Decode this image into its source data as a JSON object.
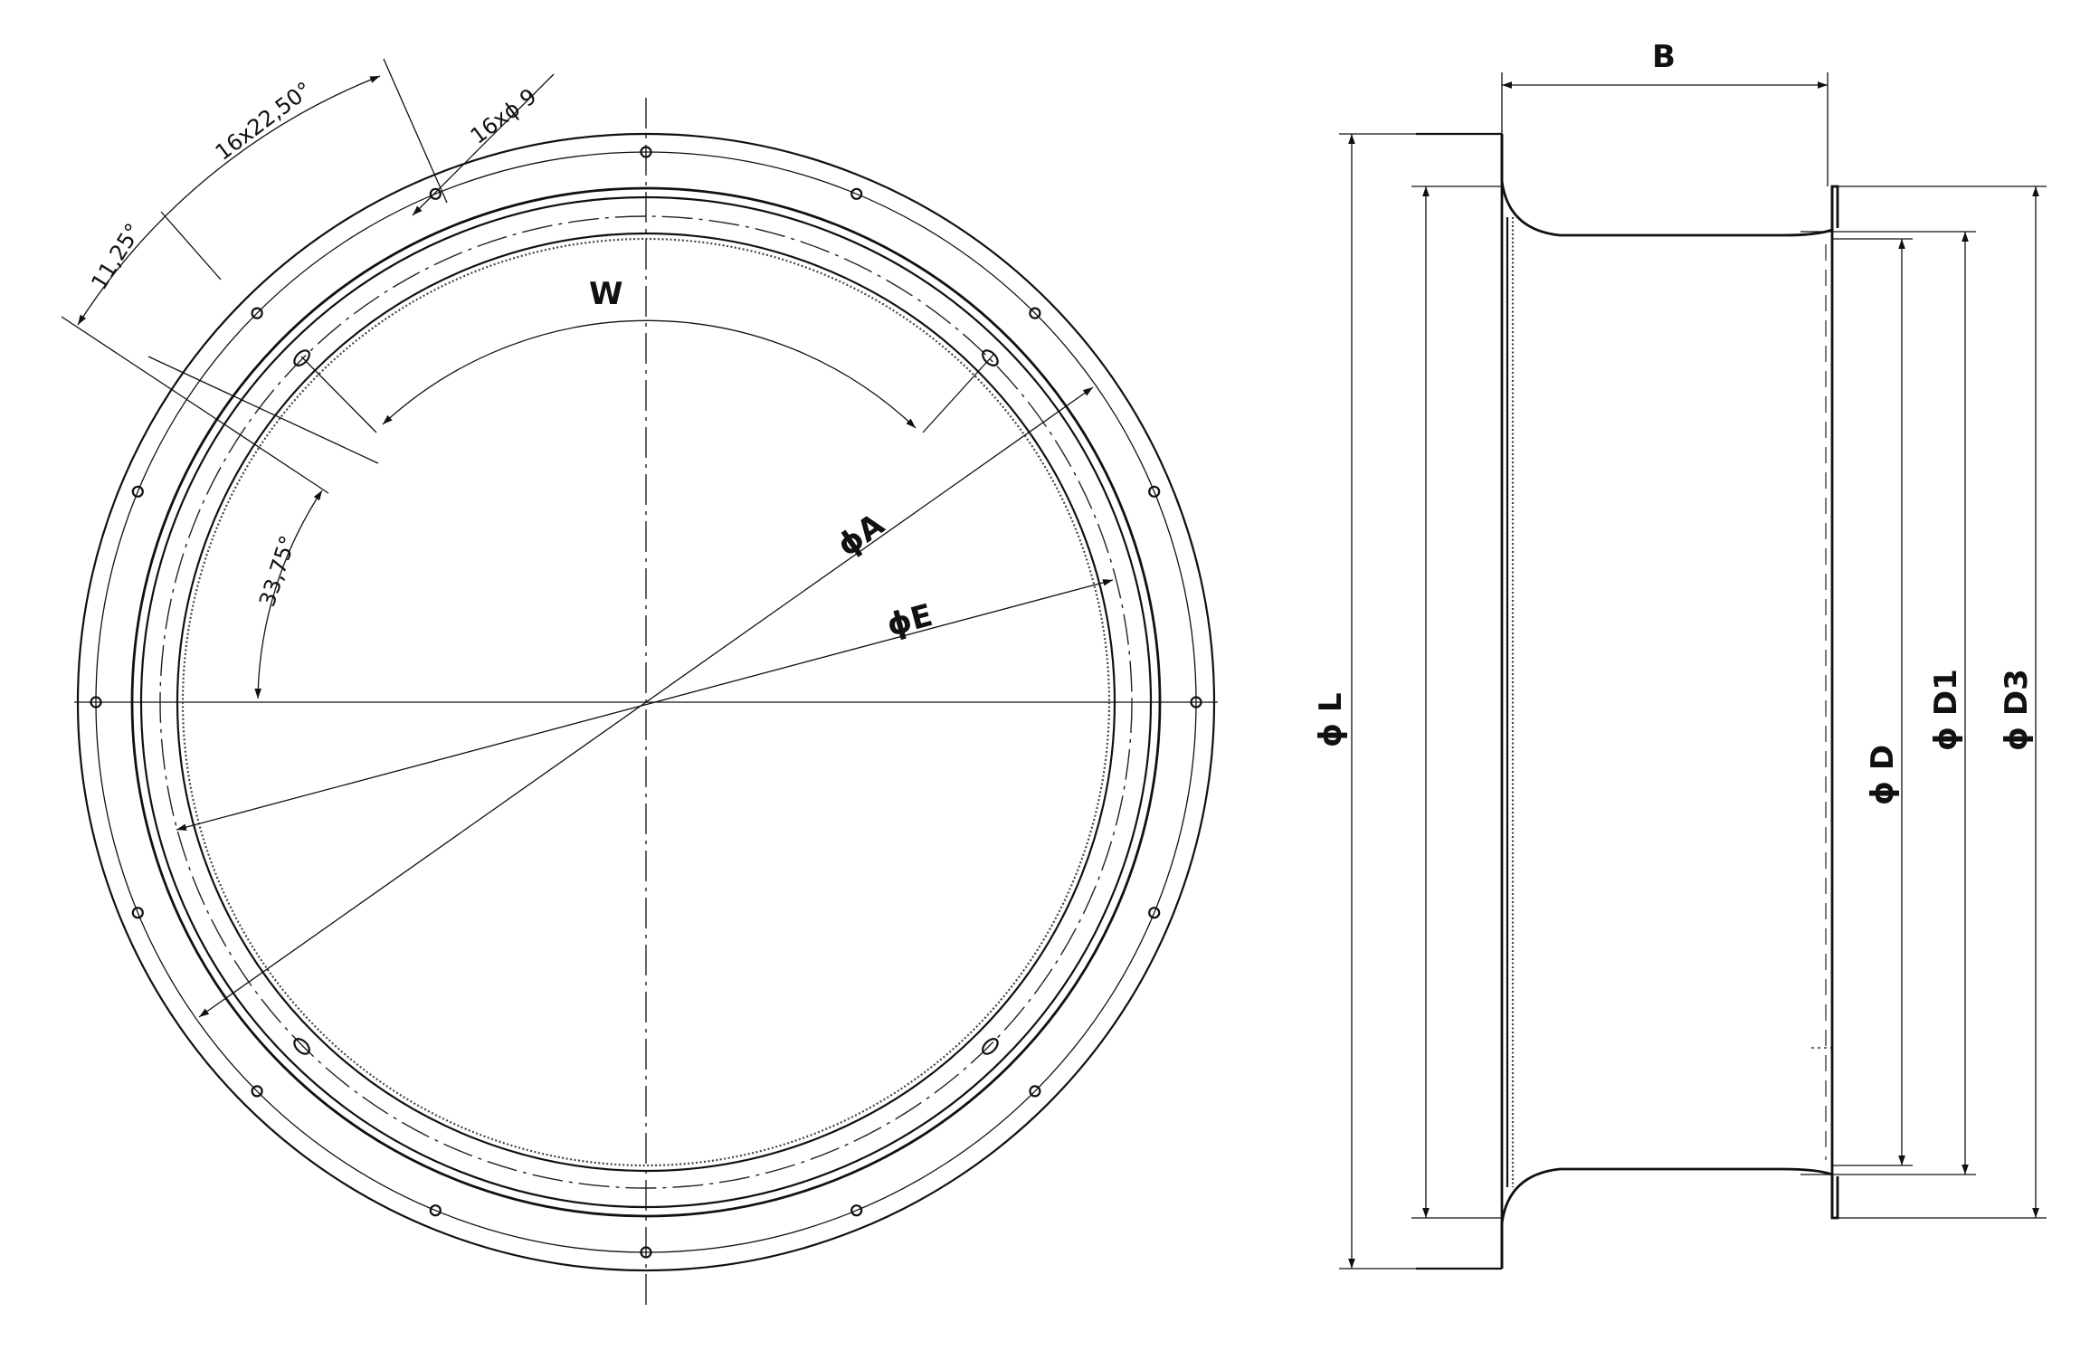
{
  "drawing": {
    "labels": {
      "w": "W",
      "phi_a": "ϕA",
      "phi_e": "ϕE",
      "bolt_count": "16x22,50°",
      "bolt_hole": "16xϕ 9",
      "angle_offset": "11,25°",
      "angle_slot": "33,75°",
      "b": "B",
      "phi_l": "ϕ L",
      "phi_d": "ϕ D",
      "phi_d1": "ϕ D1",
      "phi_d3": "ϕ D3"
    }
  }
}
